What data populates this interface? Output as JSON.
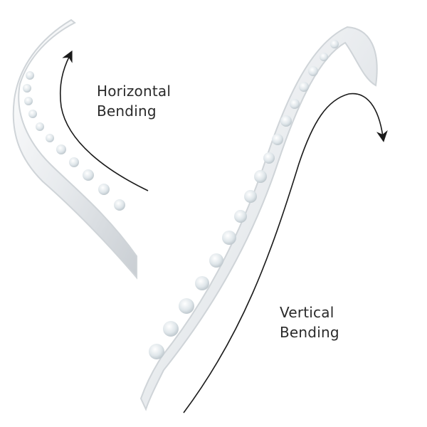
{
  "labels": {
    "horizontal": [
      "Horizontal",
      "Bending"
    ],
    "vertical": [
      "Vertical",
      "Bending"
    ]
  },
  "colors": {
    "background": "#ffffff",
    "text": "#2a2a2a",
    "arrow": "#1a1a1a",
    "strip_body": "#eef0f2",
    "led": "#dfe6ea"
  },
  "icons": {
    "horizontal_arrow": "arrow-up-left-curve-icon",
    "vertical_arrow": "arrow-down-right-curve-icon"
  }
}
